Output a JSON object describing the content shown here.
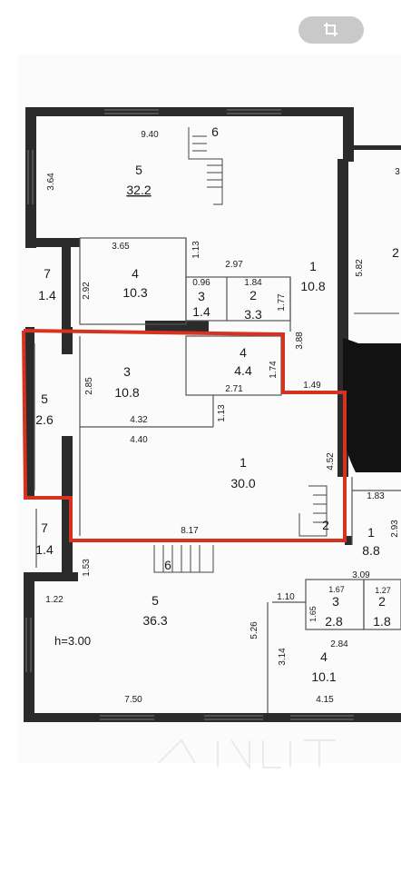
{
  "toolbar": {
    "crop_icon": "crop-rotate-icon"
  },
  "plan": {
    "rooms_upper": [
      {
        "num": "5",
        "area": "32.2"
      },
      {
        "num": "4",
        "area": "10.3"
      },
      {
        "num": "7",
        "area": "1.4"
      },
      {
        "num": "3",
        "area": "1.4"
      },
      {
        "num": "2",
        "area": "3.3"
      },
      {
        "num": "1",
        "area": "10.8"
      },
      {
        "num": "2",
        "area": ""
      }
    ],
    "rooms_highlight": [
      {
        "num": "3",
        "area": "10.8"
      },
      {
        "num": "4",
        "area": "4.4"
      },
      {
        "num": "5",
        "area": "2.6"
      },
      {
        "num": "1",
        "area": "30.0"
      }
    ],
    "rooms_lower": [
      {
        "num": "7",
        "area": "1.4"
      },
      {
        "num": "1",
        "area": "8.8"
      },
      {
        "num": "5",
        "area": "36.3"
      },
      {
        "num": "3",
        "area": "2.8"
      },
      {
        "num": "2",
        "area": "1.8"
      },
      {
        "num": "4",
        "area": "10.1"
      }
    ],
    "stair_labels": [
      "6",
      "2",
      "6"
    ],
    "dims": {
      "d940": "9.40",
      "d364": "3.64",
      "d365": "3.65",
      "d113a": "1.13",
      "d297": "2.97",
      "d096": "0.96",
      "d184": "1.84",
      "d177": "1.77",
      "d582": "5.82",
      "d3": "3",
      "d292": "2.92",
      "d388": "3.88",
      "d174": "1.74",
      "d285": "2.85",
      "d271": "2.71",
      "d149": "1.49",
      "d432": "4.32",
      "d113b": "1.13",
      "d440": "4.40",
      "d452": "4.52",
      "d183": "1.83",
      "d293": "2.93",
      "d817": "8.17",
      "d153": "1.53",
      "d122": "1.22",
      "d309": "3.09",
      "d167": "1.67",
      "d127": "1.27",
      "d110": "1.10",
      "d165": "1.65",
      "d526": "5.26",
      "d314": "3.14",
      "d284": "2.84",
      "d750": "7.50",
      "d415": "4.15"
    },
    "height_note": "h=3.00"
  }
}
